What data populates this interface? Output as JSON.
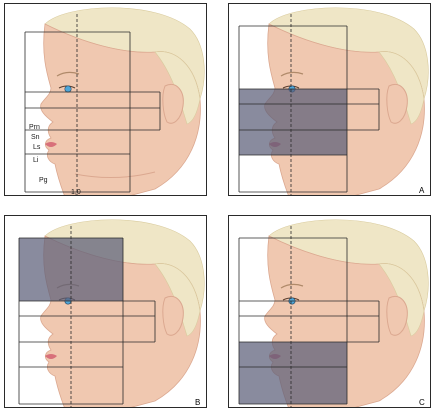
{
  "panels": [
    {
      "id": "reference",
      "letter": ""
    },
    {
      "id": "A",
      "letter": "A"
    },
    {
      "id": "B",
      "letter": "B"
    },
    {
      "id": "C",
      "letter": "C"
    }
  ],
  "landmarks": {
    "prn": "Prn",
    "sn": "Sn",
    "ls": "Ls",
    "li": "Li",
    "pg": "Pg"
  },
  "axis_label": "1,0",
  "colors": {
    "skin": "#f0c8b0",
    "skin_shadow": "#dba890",
    "hair": "#efe6c6",
    "hair_shadow": "#d9cb9e",
    "shade": "#5b5e78",
    "lines": "#2a2a2a",
    "eye": "#4fa6d8",
    "lips": "#d8707a"
  }
}
